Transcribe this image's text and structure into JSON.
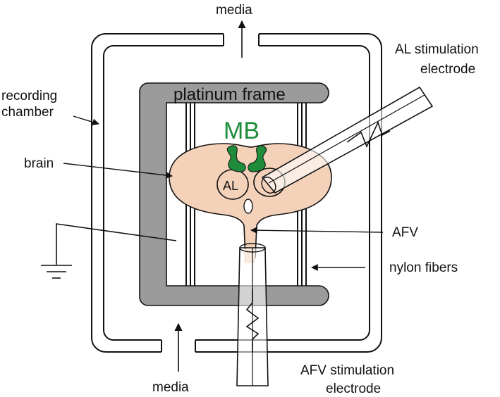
{
  "labels": {
    "media_top": "media",
    "media_bottom": "media",
    "recording_chamber_line1": "recording",
    "recording_chamber_line2": "chamber",
    "platinum_frame": "platinum frame",
    "mb": "MB",
    "brain": "brain",
    "al": "AL",
    "afv": "AFV",
    "nylon_fibers": "nylon fibers",
    "al_electrode_line1": "AL stimulation",
    "al_electrode_line2": "electrode",
    "afv_electrode_line1": "AFV stimulation",
    "afv_electrode_line2": "electrode"
  },
  "colors": {
    "frame": "#9b9b9b",
    "brain": "#f4d2ba",
    "mushroom_body": "#1e8c3a",
    "line": "#111111"
  }
}
